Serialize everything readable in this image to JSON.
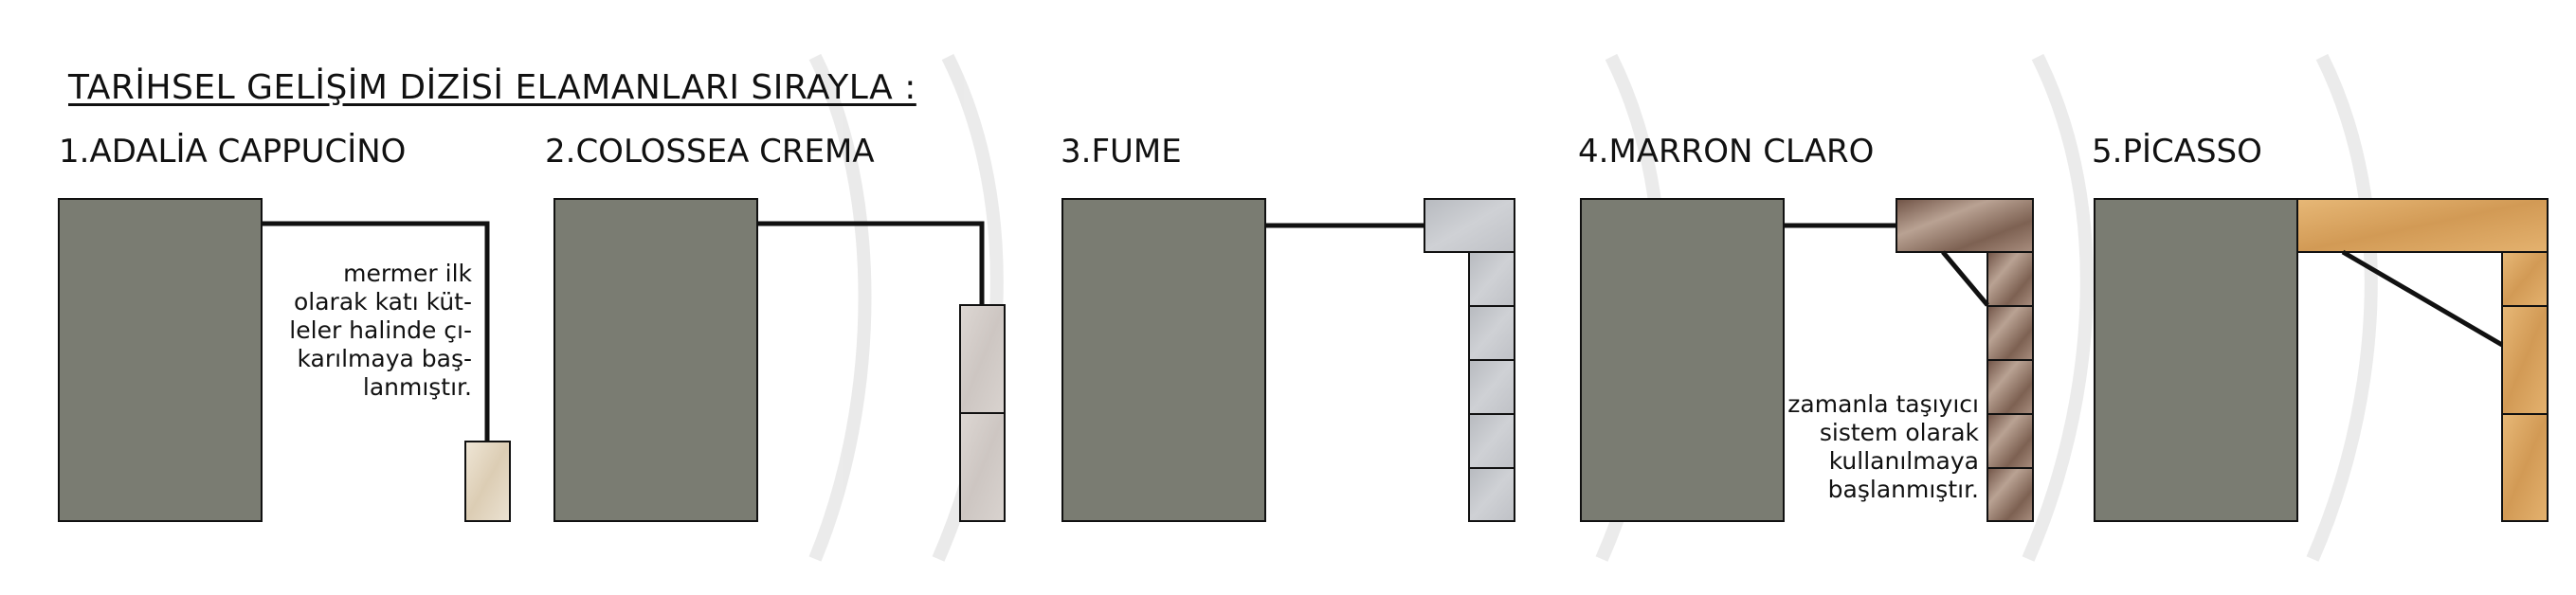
{
  "title": "TARİHSEL GELİŞİM DİZİSİ ELAMANLARI SIRAYLA :",
  "items": [
    {
      "label": "1.ADALİA CAPPUCİNO",
      "material_color": "#e6dccb"
    },
    {
      "label": "2.COLOSSEA CREMA",
      "material_color": "#d4cdc9"
    },
    {
      "label": "3.FUME",
      "material_color": "#c5c7cb"
    },
    {
      "label": "4.MARRON CLARO",
      "material_color": "#8f7568"
    },
    {
      "label": "5.PİCASSO",
      "material_color": "#dca867"
    }
  ],
  "notes": {
    "first": "mermer ilk\nolarak katı küt-\nleler halinde çı-\nkarılmaya baş-\nlanmıştır.",
    "fourth": "zamanla taşıyıcı\nsistem olarak\nkullanılmaya\nbaşlanmıştır."
  },
  "colors": {
    "wall": "#7a7c72",
    "line": "#111111"
  }
}
